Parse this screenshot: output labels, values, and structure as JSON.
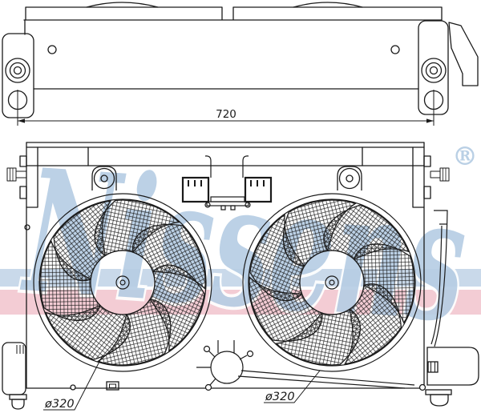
{
  "watermark": {
    "brand": "Nissens",
    "registered_mark": "®",
    "letter_color": "#b7cee4",
    "band_blue_color": "#c9d9ea",
    "band_pink_color": "#f3ccd4"
  },
  "top_view": {
    "name": "fan shroud assembly - top view",
    "width_dimension": "720"
  },
  "front_view": {
    "name": "dual cooling fan assembly - front view",
    "left_fan_diameter": "ø320",
    "right_fan_diameter": "ø320",
    "fan_blade_count": 7
  },
  "line_color": "#1a1a1a"
}
